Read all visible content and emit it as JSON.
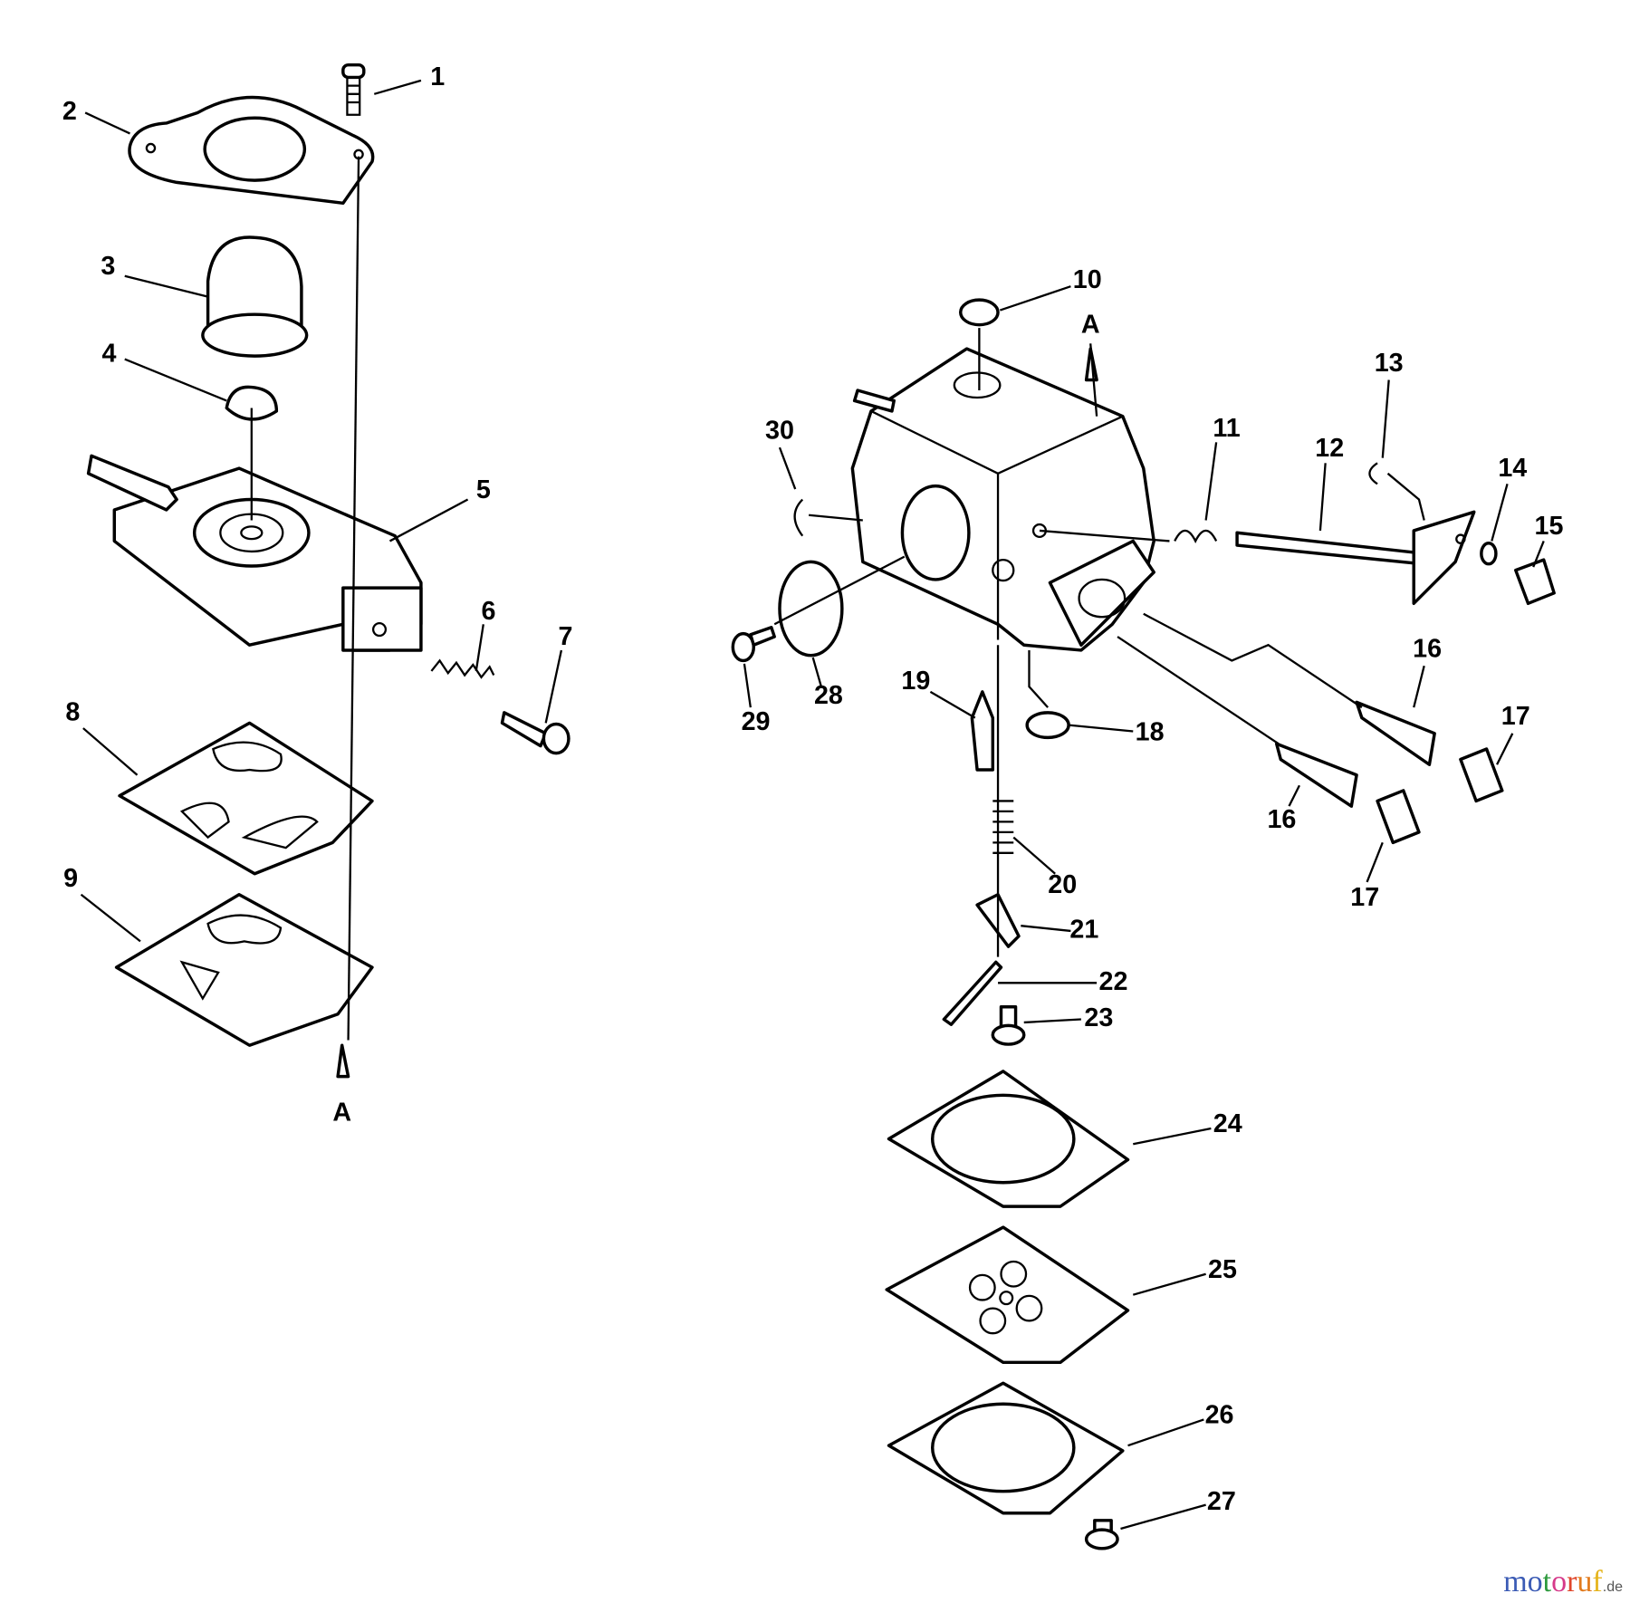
{
  "diagram": {
    "labels": {
      "p1": "1",
      "p2": "2",
      "p3": "3",
      "p4": "4",
      "p5": "5",
      "p6": "6",
      "p7": "7",
      "p8": "8",
      "p9": "9",
      "p10": "10",
      "p11": "11",
      "p12": "12",
      "p13": "13",
      "p14": "14",
      "p15": "15",
      "p16a": "16",
      "p16b": "16",
      "p17a": "17",
      "p17b": "17",
      "p18": "18",
      "p19": "19",
      "p20": "20",
      "p21": "21",
      "p22": "22",
      "p23": "23",
      "p24": "24",
      "p25": "25",
      "p26": "26",
      "p27": "27",
      "p28": "28",
      "p29": "29",
      "p30": "30",
      "refA1": "A",
      "refA2": "A"
    }
  },
  "watermark": {
    "text": "motoruf",
    "suffix": ".de",
    "colors": [
      "#3b5bb5",
      "#3b5bb5",
      "#2e9a3e",
      "#d63a8a",
      "#e0462a",
      "#e27a1c",
      "#e5b41c"
    ]
  }
}
